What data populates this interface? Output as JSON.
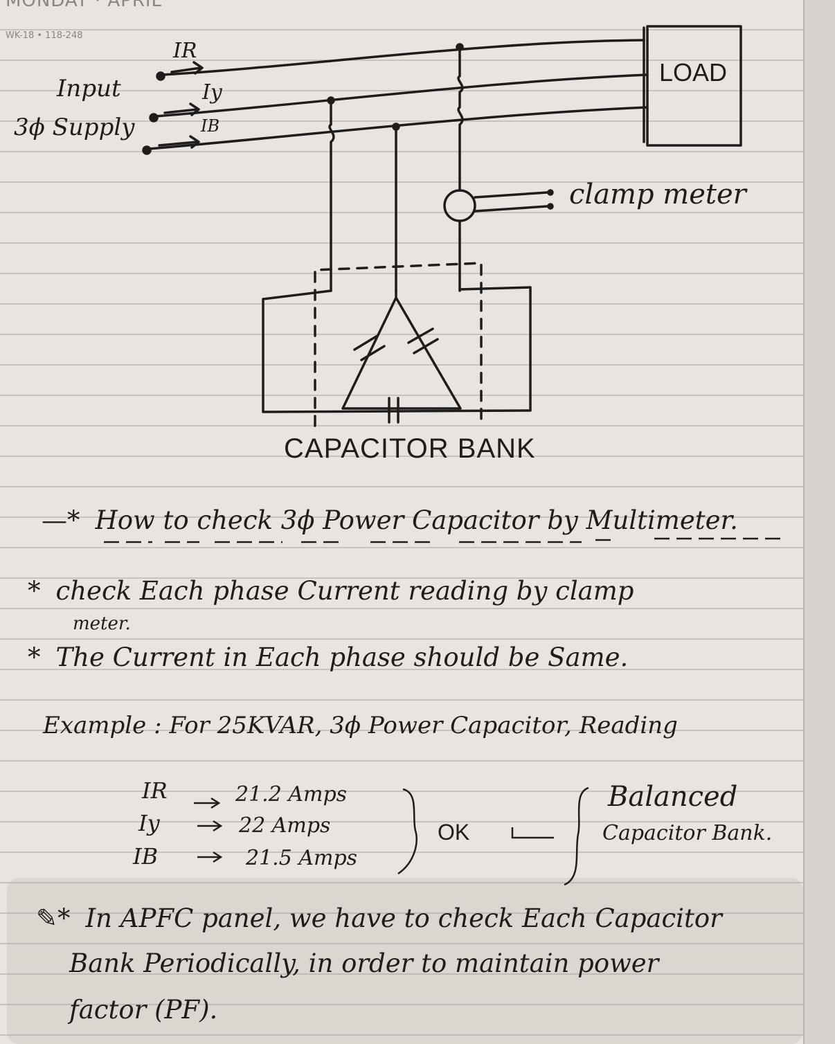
{
  "header": {
    "day": "MONDAY · APRIL",
    "week": "WK-18 • 118-248"
  },
  "diagram": {
    "phase_r": "IR",
    "phase_y": "Iy",
    "phase_b": "IB",
    "input_line1": "Input",
    "input_line2": "3ϕ Supply",
    "load": "LOAD",
    "clamp_meter": "clamp meter",
    "capacitor_bank": "CAPACITOR BANK"
  },
  "notes": {
    "heading": "How to check 3ϕ Power Capacitor by Multimeter.",
    "point1_line1": "check Each phase Current reading by clamp",
    "point1_line2": "meter.",
    "point2": "The Current in Each phase should be Same.",
    "example": "Example : For 25KVAR, 3ϕ Power Capacitor, Reading",
    "reading_r_label": "IR",
    "reading_r_value": "21.2 Amps",
    "reading_y_label": "Iy",
    "reading_y_value": "22 Amps",
    "reading_b_label": "IB",
    "reading_b_value": "21.5 Amps",
    "ok": "OK",
    "result_line1": "Balanced",
    "result_line2": "Capacitor Bank.",
    "apfc_line1": "In APFC panel, we have to check Each Capacitor",
    "apfc_line2": "Bank Periodically, in order to maintain power",
    "apfc_line3": "factor (PF)."
  }
}
